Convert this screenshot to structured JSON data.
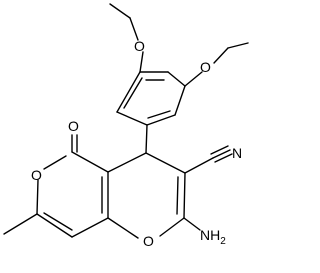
{
  "molecule": {
    "atoms": {
      "ring_o": "O",
      "carbonyl_o": "O",
      "pyran_o": "O",
      "ethoxy_o_top": "O",
      "ethoxy_o_right": "O",
      "nitrile_n": "N",
      "amino": "NH",
      "amino_sub": "2"
    }
  }
}
